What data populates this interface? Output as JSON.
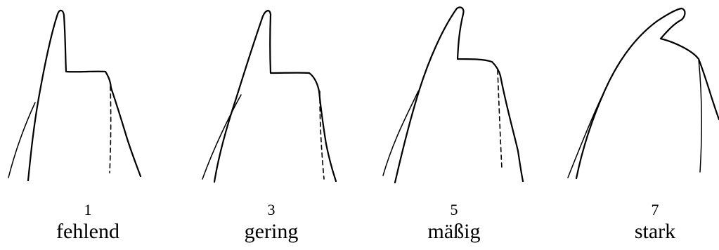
{
  "stages": [
    {
      "number": "1",
      "label": "fehlend"
    },
    {
      "number": "3",
      "label": "gering"
    },
    {
      "number": "5",
      "label": "mäßig"
    },
    {
      "number": "7",
      "label": "stark"
    }
  ]
}
